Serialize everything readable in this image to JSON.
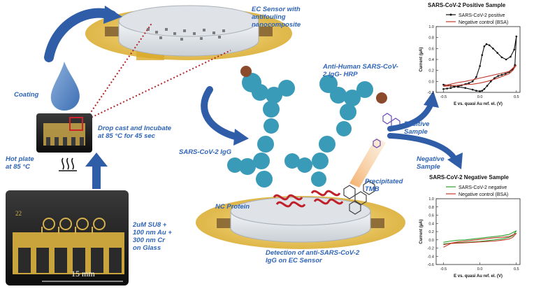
{
  "labels": {
    "ec_sensor": "EC Sensor with\nantifouling\nnanocomposite",
    "coating": "Coating",
    "drop_cast": "Drop cast and Incubate\nat 85 °C for 45 sec",
    "hot_plate": "Hot plate\nat 85 °C",
    "sars_igg": "SARS-CoV-2 IgG",
    "anti_human": "Anti-Human SARS-CoV-\n2 IgG- HRP",
    "positive_sample": "Positive\nSample",
    "negative_sample": "Negative\nSample",
    "precipitated": "Precipitated\nTMB",
    "nc_protein": "NC Protein",
    "detection": "Detection of anti-SARS-CoV-2\nIgG on EC Sensor",
    "stack": "2uM SU8 +\n100 nm Au +\n300 nm Cr\non Glass",
    "scale": "15 mm",
    "chip_number": "22"
  },
  "colors": {
    "label_blue": "#2e64b8",
    "arrow_blue": "#2f5da8",
    "gold": "#e8c547",
    "antibody": "#3a9bb8",
    "hrp": "#8b4a2b",
    "nc_protein": "#c0202a",
    "positive_series": "#111111",
    "control_series": "#c0392b",
    "negative_series": "#2ca02c"
  },
  "chart_data": [
    {
      "type": "line",
      "title": "SARS-CoV-2 Positive Sample",
      "xlabel": "E vs. quasi Au ref. el. (V)",
      "ylabel": "Current (µA)",
      "xlim": [
        -0.6,
        0.55
      ],
      "ylim": [
        -0.2,
        1.0
      ],
      "xticks": [
        -0.5,
        0.0,
        0.5
      ],
      "yticks": [
        -0.2,
        0.0,
        0.2,
        0.4,
        0.6,
        0.8,
        1.0
      ],
      "xtick_labels": [
        "-0.5",
        "0.0",
        "0.5"
      ],
      "ytick_labels": [
        "-0.2",
        "0.0",
        "0.2",
        "0.4",
        "0.6",
        "0.8",
        "1.0"
      ],
      "legend_position": "top-right",
      "series": [
        {
          "name": "SARS-CoV-2 positive",
          "color": "#111111",
          "markers": true,
          "points": [
            [
              -0.5,
              -0.14
            ],
            [
              -0.45,
              -0.13
            ],
            [
              -0.4,
              -0.12
            ],
            [
              -0.35,
              -0.1
            ],
            [
              -0.3,
              -0.09
            ],
            [
              -0.25,
              -0.07
            ],
            [
              -0.2,
              -0.05
            ],
            [
              -0.15,
              -0.03
            ],
            [
              -0.1,
              0.0
            ],
            [
              -0.05,
              0.08
            ],
            [
              0.0,
              0.28
            ],
            [
              0.03,
              0.48
            ],
            [
              0.06,
              0.64
            ],
            [
              0.09,
              0.68
            ],
            [
              0.13,
              0.66
            ],
            [
              0.18,
              0.6
            ],
            [
              0.24,
              0.52
            ],
            [
              0.3,
              0.44
            ],
            [
              0.36,
              0.4
            ],
            [
              0.42,
              0.45
            ],
            [
              0.47,
              0.58
            ],
            [
              0.5,
              0.82
            ],
            [
              0.48,
              0.3
            ],
            [
              0.45,
              0.22
            ],
            [
              0.4,
              0.17
            ],
            [
              0.35,
              0.14
            ],
            [
              0.3,
              0.12
            ],
            [
              0.25,
              0.1
            ],
            [
              0.2,
              0.06
            ],
            [
              0.15,
              0.0
            ],
            [
              0.1,
              -0.08
            ],
            [
              0.06,
              -0.14
            ],
            [
              0.03,
              -0.17
            ],
            [
              0.0,
              -0.18
            ],
            [
              -0.05,
              -0.17
            ],
            [
              -0.1,
              -0.15
            ],
            [
              -0.2,
              -0.12
            ],
            [
              -0.3,
              -0.1
            ],
            [
              -0.4,
              -0.08
            ],
            [
              -0.5,
              -0.06
            ]
          ]
        },
        {
          "name": "Negative control (BSA)",
          "color": "#c0392b",
          "markers": false,
          "points": [
            [
              -0.5,
              -0.08
            ],
            [
              -0.4,
              -0.05
            ],
            [
              -0.3,
              -0.02
            ],
            [
              -0.2,
              0.0
            ],
            [
              -0.1,
              0.03
            ],
            [
              0.0,
              0.06
            ],
            [
              0.1,
              0.09
            ],
            [
              0.2,
              0.12
            ],
            [
              0.3,
              0.15
            ],
            [
              0.4,
              0.18
            ],
            [
              0.5,
              0.3
            ],
            [
              0.45,
              0.2
            ],
            [
              0.4,
              0.14
            ],
            [
              0.3,
              0.09
            ],
            [
              0.2,
              0.04
            ],
            [
              0.1,
              0.0
            ],
            [
              0.0,
              -0.03
            ],
            [
              -0.1,
              -0.05
            ],
            [
              -0.2,
              -0.06
            ],
            [
              -0.3,
              -0.07
            ],
            [
              -0.4,
              -0.08
            ],
            [
              -0.5,
              -0.09
            ]
          ]
        }
      ]
    },
    {
      "type": "line",
      "title": "SARS-CoV-2 Negative Sample",
      "xlabel": "E vs. quasi Au ref. el. (V)",
      "ylabel": "Current (µA)",
      "xlim": [
        -0.6,
        0.55
      ],
      "ylim": [
        -0.6,
        1.0
      ],
      "xticks": [
        -0.5,
        0.0,
        0.5
      ],
      "yticks": [
        -0.6,
        -0.4,
        -0.2,
        0.0,
        0.2,
        0.4,
        0.6,
        0.8,
        1.0
      ],
      "xtick_labels": [
        "-0.5",
        "0.0",
        "0.5"
      ],
      "ytick_labels": [
        "-0.6",
        "-0.4",
        "-0.2",
        "0.0",
        "0.2",
        "0.4",
        "0.6",
        "0.8",
        "1.0"
      ],
      "legend_position": "top-right",
      "series": [
        {
          "name": "SARS-CoV-2 negative",
          "color": "#2ca02c",
          "markers": false,
          "points": [
            [
              -0.5,
              -0.06
            ],
            [
              -0.4,
              -0.03
            ],
            [
              -0.3,
              -0.01
            ],
            [
              -0.2,
              0.0
            ],
            [
              -0.1,
              0.02
            ],
            [
              0.0,
              0.04
            ],
            [
              0.1,
              0.06
            ],
            [
              0.2,
              0.08
            ],
            [
              0.3,
              0.1
            ],
            [
              0.4,
              0.13
            ],
            [
              0.5,
              0.22
            ],
            [
              0.45,
              0.1
            ],
            [
              0.4,
              0.06
            ],
            [
              0.3,
              0.02
            ],
            [
              0.2,
              0.0
            ],
            [
              0.1,
              -0.02
            ],
            [
              0.0,
              -0.04
            ],
            [
              -0.1,
              -0.05
            ],
            [
              -0.2,
              -0.06
            ],
            [
              -0.3,
              -0.07
            ],
            [
              -0.4,
              -0.08
            ],
            [
              -0.5,
              -0.1
            ]
          ]
        },
        {
          "name": "Negative control (BSA)",
          "color": "#c0392b",
          "markers": false,
          "points": [
            [
              -0.5,
              -0.12
            ],
            [
              -0.4,
              -0.08
            ],
            [
              -0.3,
              -0.05
            ],
            [
              -0.2,
              -0.03
            ],
            [
              -0.1,
              -0.01
            ],
            [
              0.0,
              0.01
            ],
            [
              0.1,
              0.03
            ],
            [
              0.2,
              0.05
            ],
            [
              0.3,
              0.06
            ],
            [
              0.4,
              0.08
            ],
            [
              0.5,
              0.16
            ],
            [
              0.45,
              0.06
            ],
            [
              0.4,
              0.02
            ],
            [
              0.3,
              -0.01
            ],
            [
              0.2,
              -0.03
            ],
            [
              0.1,
              -0.04
            ],
            [
              0.0,
              -0.05
            ],
            [
              -0.1,
              -0.06
            ],
            [
              -0.2,
              -0.07
            ],
            [
              -0.3,
              -0.08
            ],
            [
              -0.4,
              -0.09
            ],
            [
              -0.5,
              -0.18
            ]
          ]
        }
      ]
    }
  ]
}
